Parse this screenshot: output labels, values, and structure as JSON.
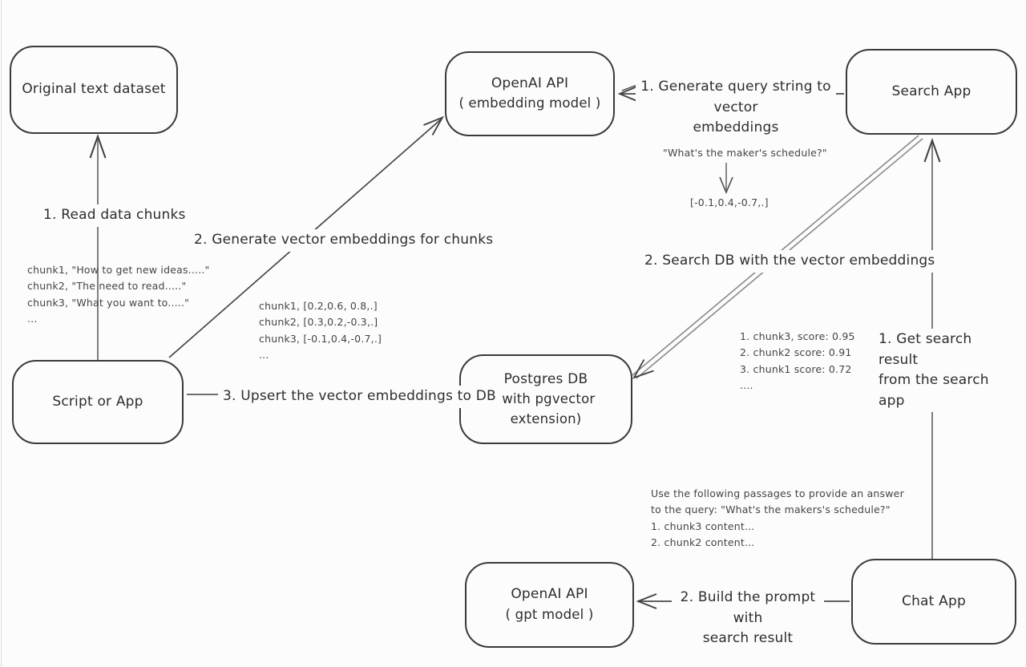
{
  "diagram": {
    "nodes": {
      "original_dataset": {
        "label": "Original text dataset"
      },
      "openai_embedding": {
        "label": "OpenAI API",
        "sublabel": "( embedding model )"
      },
      "search_app": {
        "label": "Search App"
      },
      "script_or_app": {
        "label": "Script or App"
      },
      "postgres_db": {
        "label": "Postgres DB",
        "sublabel": "(with pgvector extension)"
      },
      "openai_gpt": {
        "label": "OpenAI API",
        "sublabel": "( gpt model )"
      },
      "chat_app": {
        "label": "Chat App"
      }
    },
    "edges": {
      "read_chunks": {
        "label": "1. Read data chunks"
      },
      "generate_embeddings": {
        "label": "2. Generate vector embeddings for chunks"
      },
      "upsert": {
        "label": "3. Upsert the vector embeddings to DB"
      },
      "query_to_vector": {
        "line1": "1. Generate query string to vector",
        "line2": "embeddings"
      },
      "search_db": {
        "label": "2. Search DB with the vector embeddings"
      },
      "get_search_result": {
        "line1": "1. Get search result",
        "line2": "from the search app"
      },
      "build_prompt": {
        "line1": "2. Build the prompt with",
        "line2": "search result"
      }
    },
    "annotations": {
      "chunk_texts": {
        "lines": [
          "chunk1, \"How to get new ideas.....\"",
          "chunk2, \"The need to read.....\"",
          "chunk3, \"What you want to.....\"",
          "..."
        ]
      },
      "chunk_vectors": {
        "lines": [
          "chunk1, [0.2,0.6, 0.8,.]",
          "chunk2, [0.3,0.2,-0.3,.]",
          "chunk3, [-0.1,0.4,-0.7,.]",
          "..."
        ]
      },
      "query_string": "\"What's the maker's schedule?\"",
      "query_vector": "[-0.1,0.4,-0.7,.]",
      "search_scores": {
        "lines": [
          "1. chunk3, score: 0.95",
          "2. chunk2 score: 0.91",
          "3. chunk1 score: 0.72",
          "...."
        ]
      },
      "prompt_text": {
        "lines": [
          "Use the following passages to provide an answer",
          "to the query: \"What's the makers's schedule?\"",
          "1. chunk3 content...",
          "2. chunk2 content..."
        ]
      }
    },
    "colors": {
      "line_gray": "#7e7e7e",
      "line_dark": "#3f3f3f",
      "border": "#3a3a3a",
      "background": "#fcfcfc"
    }
  }
}
